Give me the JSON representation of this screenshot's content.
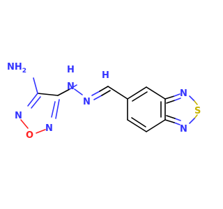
{
  "molecule": {
    "labels": {
      "nh2": "NH",
      "nh2_sub": "2",
      "nh_h": "H",
      "nh_n": "N",
      "n_imine": "N",
      "h_methine": "H",
      "o_ring": "O",
      "n_ring_left": "N",
      "n_ring_right": "N",
      "n_thiad_top": "N",
      "n_thiad_bottom": "N",
      "s_thiad": "S"
    },
    "colors": {
      "carbon": "#000000",
      "nitrogen": "#3333ff",
      "oxygen": "#ff2020",
      "sulfur": "#c8b400"
    }
  }
}
